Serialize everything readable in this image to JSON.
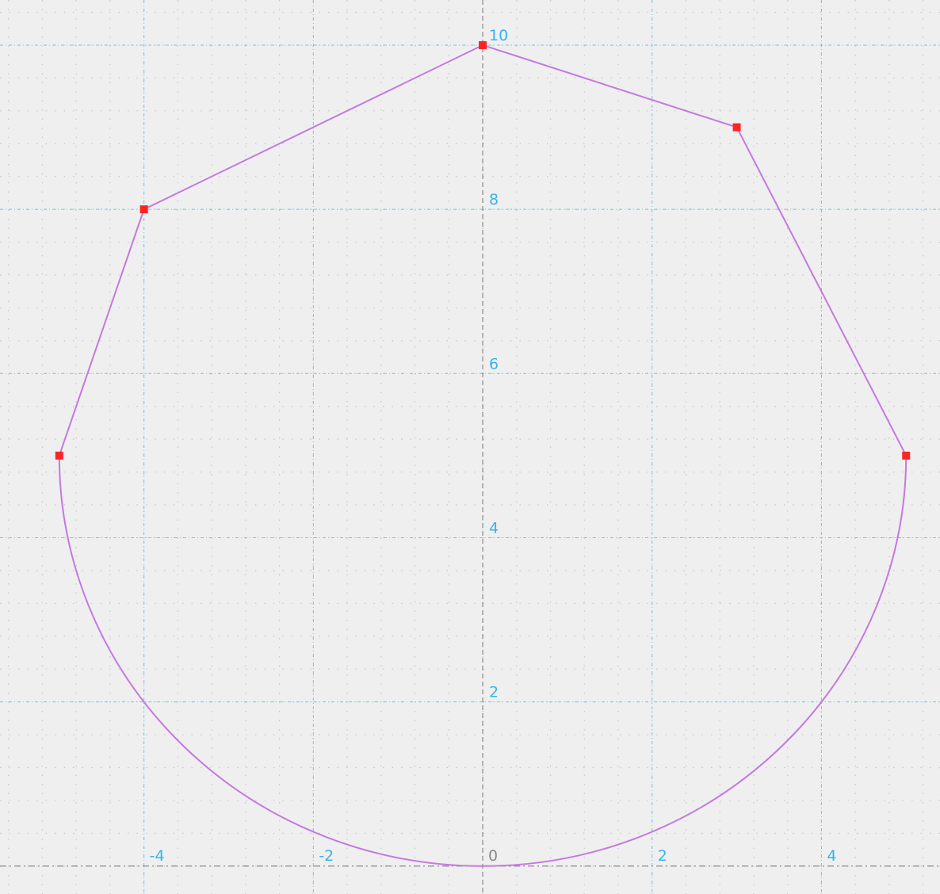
{
  "chart_data": {
    "type": "scatter",
    "xlim": [
      -5.7,
      5.4
    ],
    "ylim": [
      -0.34,
      10.55
    ],
    "major_step": 2,
    "minor_step": 0.4,
    "x_ticks": [
      {
        "value": -4,
        "label": "-4"
      },
      {
        "value": -2,
        "label": "-2"
      },
      {
        "value": 0,
        "label": "0"
      },
      {
        "value": 2,
        "label": "2"
      },
      {
        "value": 4,
        "label": "4"
      }
    ],
    "y_ticks": [
      {
        "value": 2,
        "label": "2"
      },
      {
        "value": 4,
        "label": "4"
      },
      {
        "value": 6,
        "label": "6"
      },
      {
        "value": 8,
        "label": "8"
      },
      {
        "value": 10,
        "label": "10"
      }
    ],
    "shape": {
      "polyline_points": [
        [
          -5,
          5
        ],
        [
          -4,
          8
        ],
        [
          0,
          10
        ],
        [
          3,
          9
        ],
        [
          5,
          5
        ]
      ],
      "arc": {
        "center": [
          0,
          5
        ],
        "radius": 5,
        "from": [
          5,
          5
        ],
        "to": [
          -5,
          5
        ],
        "side": "lower"
      }
    },
    "control_points": [
      [
        -5,
        5
      ],
      [
        -4,
        8
      ],
      [
        0,
        10
      ],
      [
        3,
        9
      ],
      [
        5,
        5
      ]
    ],
    "grid": true
  },
  "colors": {
    "background": "#efefef",
    "grid_major": "#6cc7ee",
    "grid_minor": "#c9c9c9",
    "axis": "#8a8a8a",
    "tick_label": "#35b4ee",
    "origin_label": "#888888",
    "curve": "#c479df",
    "point": "#ff2424"
  }
}
